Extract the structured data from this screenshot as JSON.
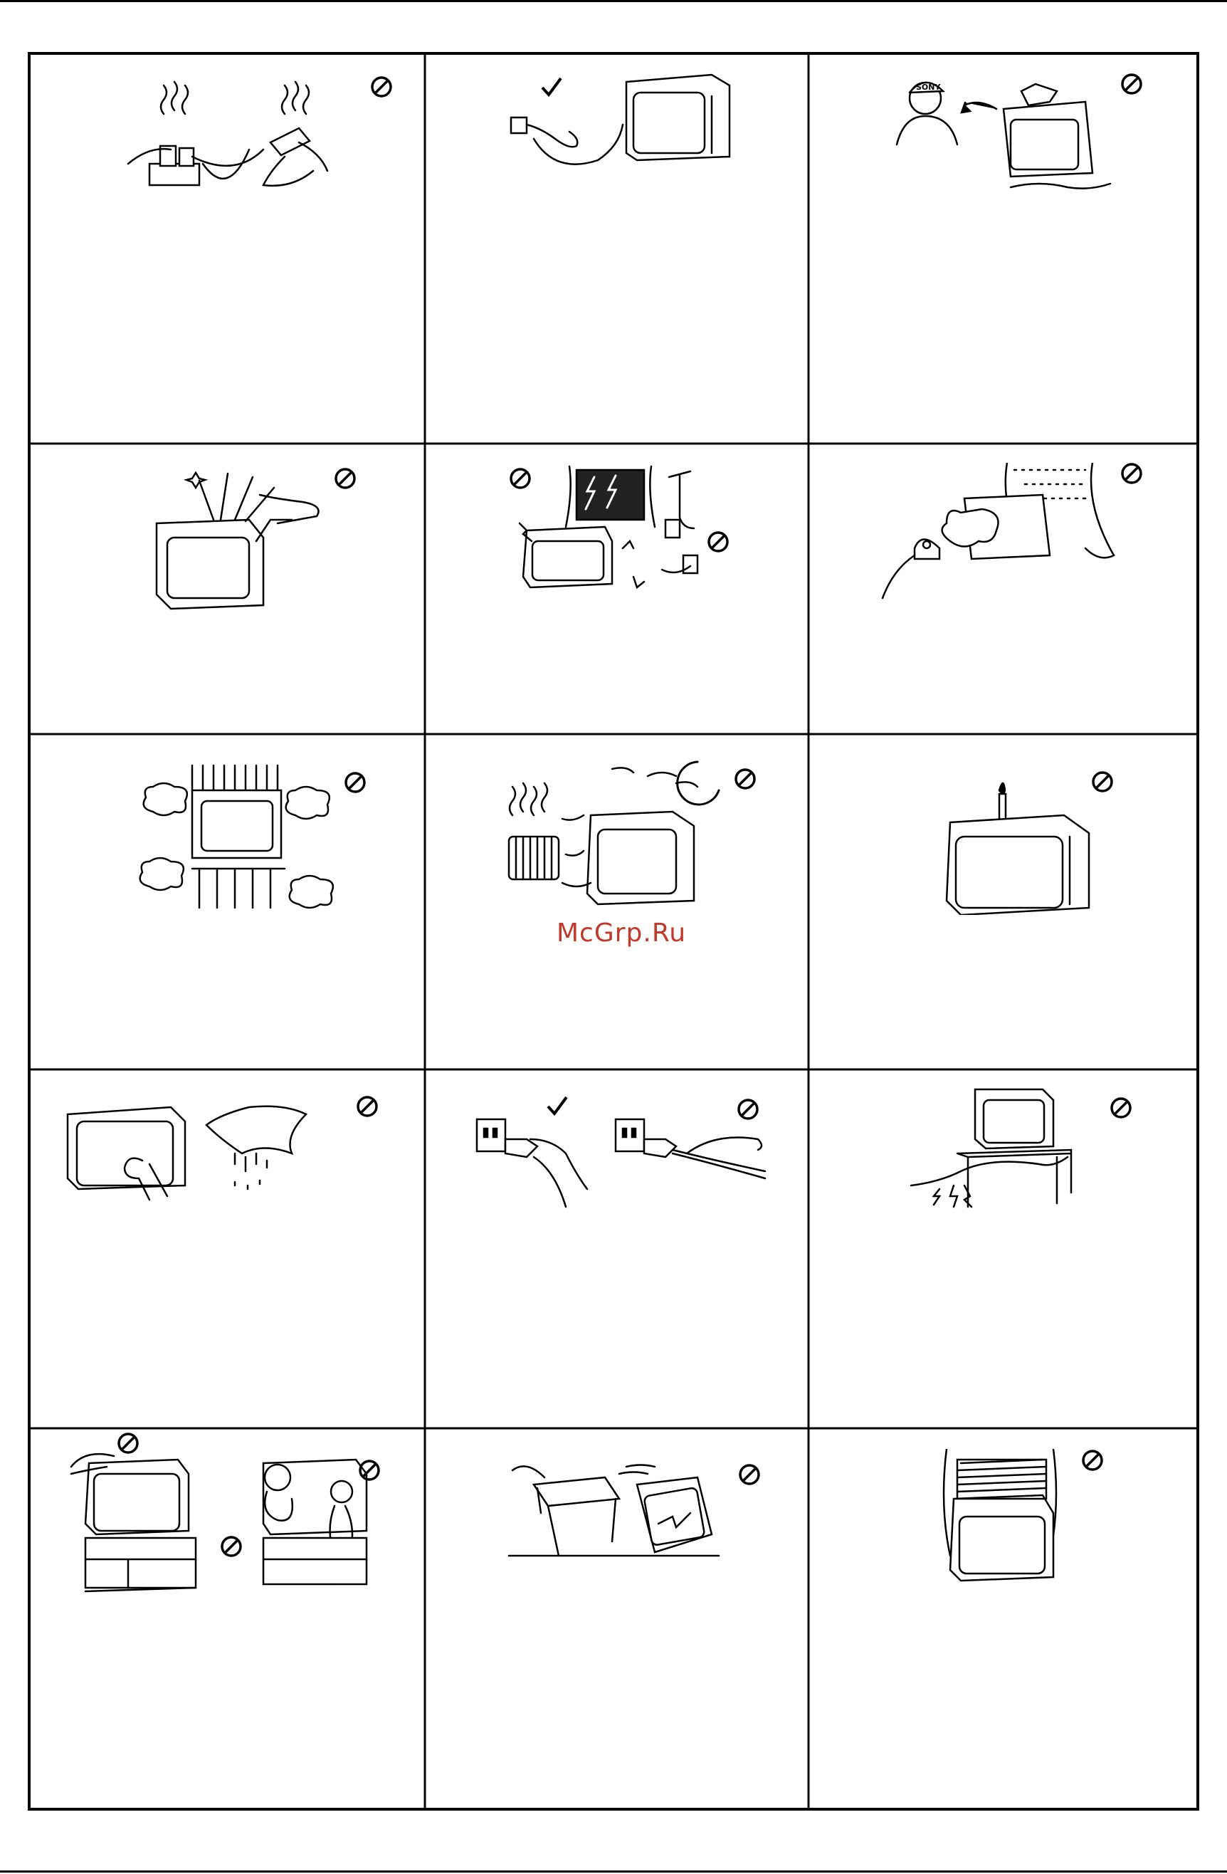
{
  "page": {
    "watermark": "McGrp.Ru",
    "colors": {
      "line": "#000000",
      "background": "#ffffff",
      "watermark": "#c0392b"
    }
  },
  "grid": {
    "rows": 5,
    "columns": 3
  },
  "panels": [
    {
      "id": "overloaded-outlets",
      "icon": "prohibited-icon"
    },
    {
      "id": "unplug-cord",
      "icon": "check-icon"
    },
    {
      "id": "call-service",
      "icon": "prohibited-icon",
      "logo_text": "SONY"
    },
    {
      "id": "objects-in-openings",
      "icon": "prohibited-icon"
    },
    {
      "id": "lightning",
      "icon": "prohibited-icon"
    },
    {
      "id": "moisture-rain",
      "icon": "prohibited-icon"
    },
    {
      "id": "blocked-ventilation",
      "icon": "prohibited-icon"
    },
    {
      "id": "heat-sunlight",
      "icon": "prohibited-icon"
    },
    {
      "id": "candle-on-top",
      "icon": "prohibited-icon"
    },
    {
      "id": "wet-cleaning",
      "icon": "prohibited-icon"
    },
    {
      "id": "pull-by-plug",
      "icon": "check-icon"
    },
    {
      "id": "damaged-cord",
      "icon": "prohibited-icon"
    },
    {
      "id": "unstable-stand",
      "icon": "prohibited-icon"
    },
    {
      "id": "falling-tv",
      "icon": "prohibited-icon"
    },
    {
      "id": "cover-on-top",
      "icon": "prohibited-icon"
    }
  ]
}
